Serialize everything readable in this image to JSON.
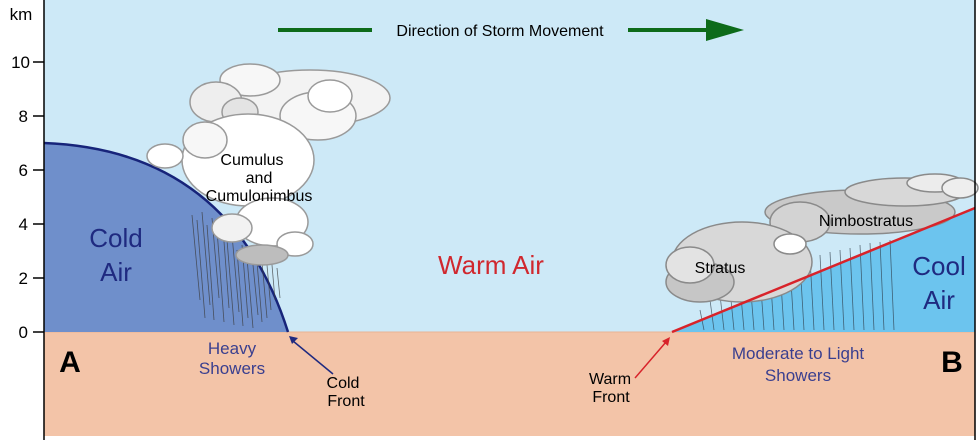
{
  "axis": {
    "unit": "km",
    "ticks": [
      "0",
      "2",
      "4",
      "6",
      "8",
      "10"
    ]
  },
  "header": {
    "direction_label": "Direction of Storm Movement"
  },
  "labels": {
    "cold_air_line1": "Cold",
    "cold_air_line2": "Air",
    "warm_air": "Warm Air",
    "cool_air_line1": "Cool",
    "cool_air_line2": "Air",
    "cumulus_line1": "Cumulus",
    "cumulus_line2": "and",
    "cumulus_line3": "Cumulonimbus",
    "nimbostratus": "Nimbostratus",
    "stratus": "Stratus",
    "point_a": "A",
    "point_b": "B",
    "heavy_showers_line1": "Heavy",
    "heavy_showers_line2": "Showers",
    "cold_front_line1": "Cold",
    "cold_front_line2": "Front",
    "warm_front_line1": "Warm",
    "warm_front_line2": "Front",
    "moderate_showers_line1": "Moderate to Light",
    "moderate_showers_line2": "Showers"
  },
  "colors": {
    "sky": "#cde9f7",
    "ground": "#f3c4a8",
    "cold_air": "#6f8fcb",
    "cool_air": "#6cc4ee",
    "warm_air_text": "#d0282e",
    "air_mass_text": "#1f2a80",
    "arrow_green": "#0d6b1a",
    "front_red": "#d8232a",
    "showers_text": "#3a3f8f"
  }
}
